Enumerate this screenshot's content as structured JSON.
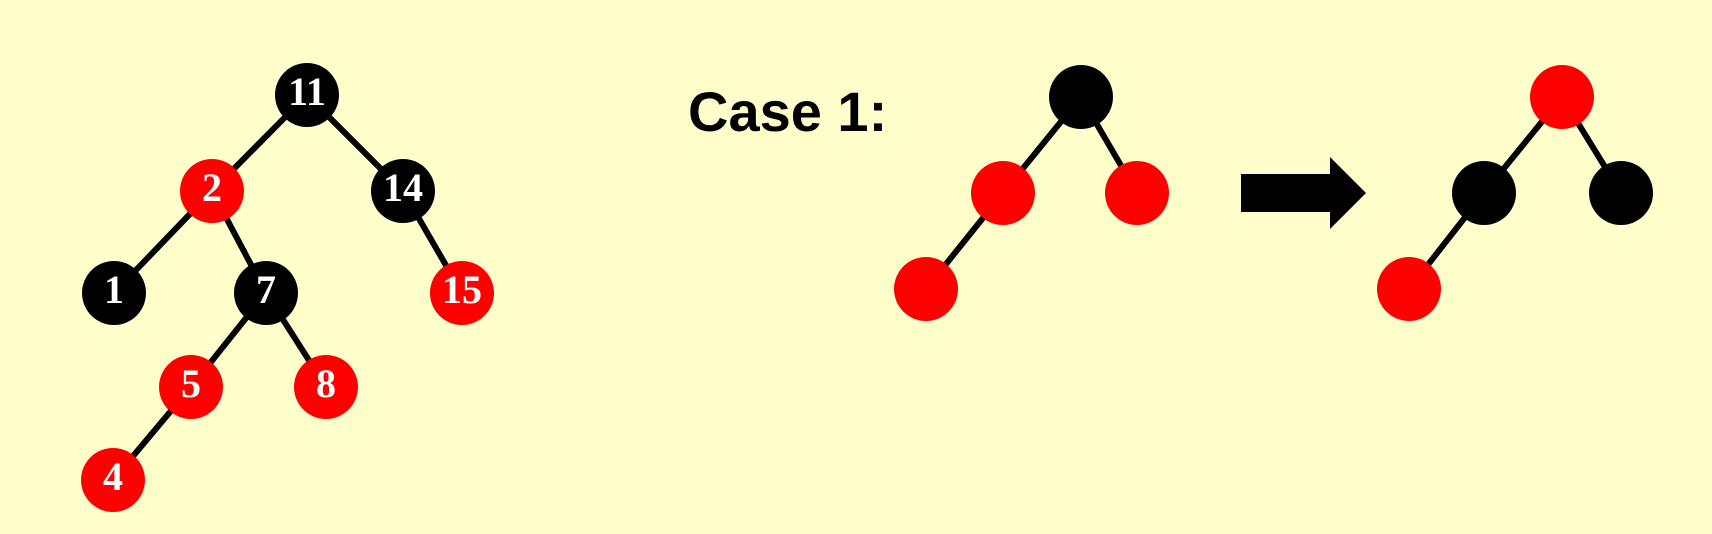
{
  "case_label": "Case 1:",
  "colors": {
    "background": "#FFFFCC",
    "red": "#FF0000",
    "black": "#000000",
    "edge": "#000000",
    "label": "#FFFFFF"
  },
  "example_tree": {
    "nodes": [
      {
        "id": "n11",
        "label": "11",
        "color": "black"
      },
      {
        "id": "n2",
        "label": "2",
        "color": "red"
      },
      {
        "id": "n14",
        "label": "14",
        "color": "black"
      },
      {
        "id": "n1",
        "label": "1",
        "color": "black"
      },
      {
        "id": "n7",
        "label": "7",
        "color": "black"
      },
      {
        "id": "n15",
        "label": "15",
        "color": "red"
      },
      {
        "id": "n5",
        "label": "5",
        "color": "red"
      },
      {
        "id": "n8",
        "label": "8",
        "color": "red"
      },
      {
        "id": "n4",
        "label": "4",
        "color": "red"
      }
    ],
    "edges": [
      [
        "n11",
        "n2"
      ],
      [
        "n11",
        "n14"
      ],
      [
        "n2",
        "n1"
      ],
      [
        "n2",
        "n7"
      ],
      [
        "n14",
        "n15"
      ],
      [
        "n7",
        "n5"
      ],
      [
        "n7",
        "n8"
      ],
      [
        "n5",
        "n4"
      ]
    ]
  },
  "case1_before": {
    "nodes": [
      {
        "id": "b_gp",
        "color": "black"
      },
      {
        "id": "b_p",
        "color": "red"
      },
      {
        "id": "b_u",
        "color": "red"
      },
      {
        "id": "b_x",
        "color": "red"
      }
    ],
    "edges": [
      [
        "b_gp",
        "b_p"
      ],
      [
        "b_gp",
        "b_u"
      ],
      [
        "b_p",
        "b_x"
      ]
    ]
  },
  "case1_after": {
    "nodes": [
      {
        "id": "a_gp",
        "color": "red"
      },
      {
        "id": "a_p",
        "color": "black"
      },
      {
        "id": "a_u",
        "color": "black"
      },
      {
        "id": "a_x",
        "color": "red"
      }
    ],
    "edges": [
      [
        "a_gp",
        "a_p"
      ],
      [
        "a_gp",
        "a_u"
      ],
      [
        "a_p",
        "a_x"
      ]
    ]
  },
  "arrow": {
    "direction": "right",
    "color": "black"
  }
}
